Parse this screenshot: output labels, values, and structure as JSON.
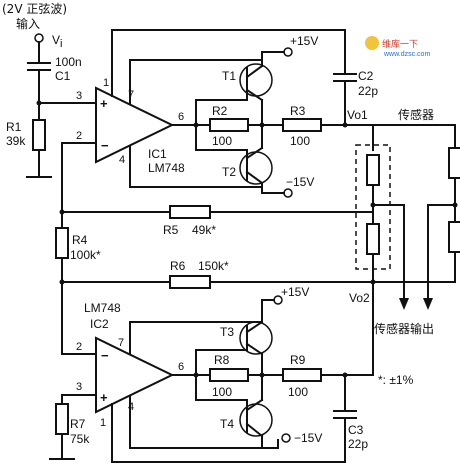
{
  "input": {
    "title": "(2V 正弦波)",
    "label": "输入",
    "symbol": "V",
    "subscript": "i"
  },
  "components": {
    "C1": {
      "name": "C1",
      "value": "100n"
    },
    "R1": {
      "name": "R1",
      "value": "39k"
    },
    "IC1": {
      "name": "IC1",
      "part": "LM748"
    },
    "T1": {
      "name": "T1"
    },
    "T2": {
      "name": "T2"
    },
    "R2": {
      "name": "R2",
      "value": "100"
    },
    "R3": {
      "name": "R3",
      "value": "100"
    },
    "C2": {
      "name": "C2",
      "value": "22p"
    },
    "R4": {
      "name": "R4",
      "value": "100k*"
    },
    "R5": {
      "name": "R5",
      "value": "49k*"
    },
    "R6": {
      "name": "R6",
      "value": "150k*"
    },
    "IC2": {
      "name": "IC2",
      "part": "LM748"
    },
    "T3": {
      "name": "T3"
    },
    "T4": {
      "name": "T4"
    },
    "R8": {
      "name": "R8",
      "value": "100"
    },
    "R9": {
      "name": "R9",
      "value": "100"
    },
    "R7": {
      "name": "R7",
      "value": "75k"
    },
    "C3": {
      "name": "C3",
      "value": "22p"
    }
  },
  "supplies": {
    "pos": "+15V",
    "neg": "−15V"
  },
  "pins": {
    "p1": "1",
    "p2": "2",
    "p3": "3",
    "p4": "4",
    "p6": "6",
    "p7": "7"
  },
  "opamp_signs": {
    "plus": "+",
    "minus": "−"
  },
  "nodes": {
    "vo1": "Vo1",
    "vo2": "Vo2"
  },
  "sensor": {
    "label": "传感器",
    "output_label": "传感器输出"
  },
  "note": "*: ±1%",
  "watermark": {
    "brand": "维库一下",
    "url": "www.dzsc.com"
  }
}
